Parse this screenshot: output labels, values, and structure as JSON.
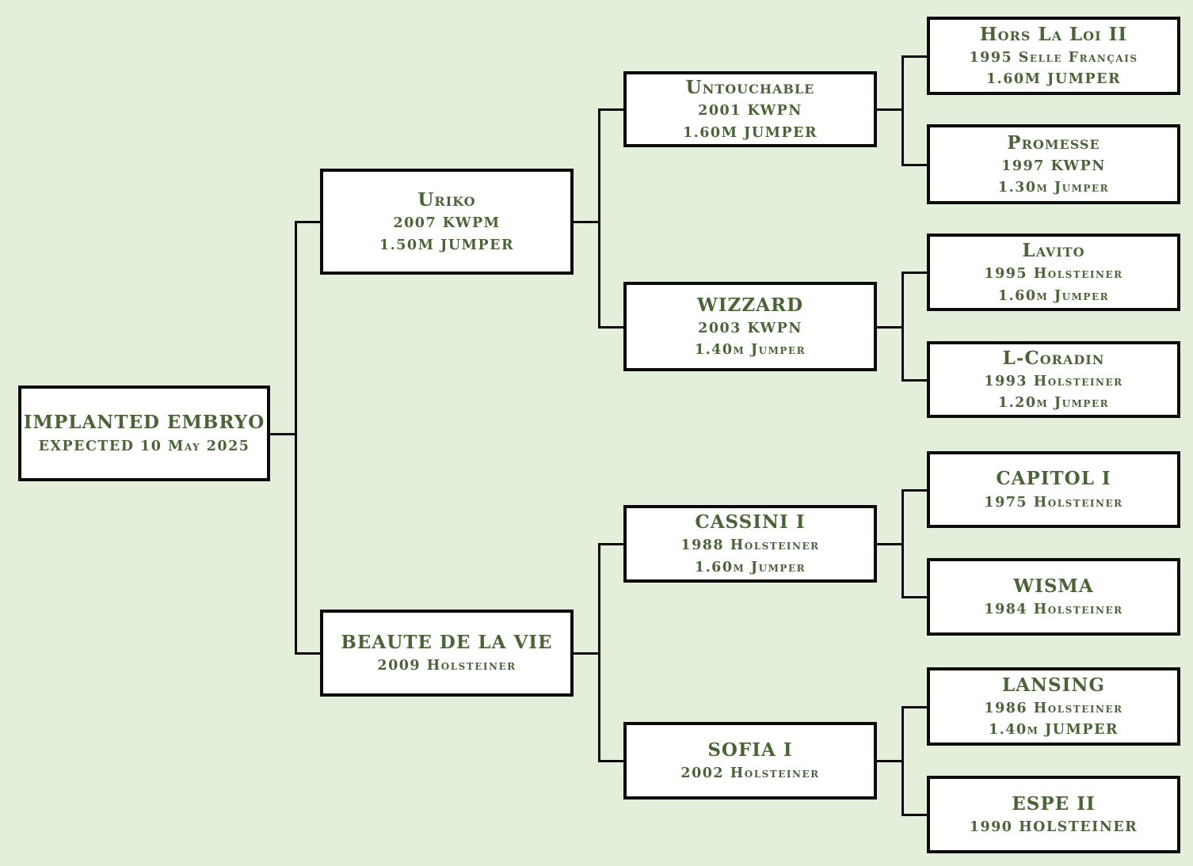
{
  "colors": {
    "background": "#e3efda",
    "box_background": "#ffffff",
    "box_border": "#0b0b0b",
    "connector": "#0b0b0b",
    "text": "#4a6438"
  },
  "nodes": [
    {
      "id": "implanted-embryo",
      "title": "IMPLANTED EMBRYO",
      "line1": "EXPECTED 10 May 2025",
      "line2": ""
    },
    {
      "id": "uriko",
      "title": "Uriko",
      "line1": "2007 KWPM",
      "line2": "1.50M JUMPER"
    },
    {
      "id": "beaute-de-la-vie",
      "title": "BEAUTE DE LA VIE",
      "line1": "2009 Holsteiner",
      "line2": ""
    },
    {
      "id": "untouchable",
      "title": "Untouchable",
      "line1": "2001 KWPN",
      "line2": "1.60M JUMPER"
    },
    {
      "id": "wizzard",
      "title": "WIZZARD",
      "line1": "2003 KWPN",
      "line2": "1.40m Jumper"
    },
    {
      "id": "cassini-i",
      "title": "CASSINI I",
      "line1": "1988 Holsteiner",
      "line2": "1.60m Jumper"
    },
    {
      "id": "sofia-i",
      "title": "SOFIA I",
      "line1": "2002 Holsteiner",
      "line2": ""
    },
    {
      "id": "hors-la-loi-ii",
      "title": "Hors La Loi II",
      "line1": "1995 Selle Français",
      "line2": "1.60M JUMPER"
    },
    {
      "id": "promesse",
      "title": "Promesse",
      "line1": "1997 KWPN",
      "line2": "1.30m Jumper"
    },
    {
      "id": "lavito",
      "title": "Lavito",
      "line1": "1995 Holsteiner",
      "line2": "1.60m Jumper"
    },
    {
      "id": "l-coradin",
      "title": "L-Coradin",
      "line1": "1993 Holsteiner",
      "line2": "1.20m Jumper"
    },
    {
      "id": "capitol-i",
      "title": "CAPITOL I",
      "line1": "1975 Holsteiner",
      "line2": ""
    },
    {
      "id": "wisma",
      "title": "WISMA",
      "line1": "1984 Holsteiner",
      "line2": ""
    },
    {
      "id": "lansing",
      "title": "LANSING",
      "line1": "1986 Holsteiner",
      "line2": "1.40m JUMPER"
    },
    {
      "id": "espe-ii",
      "title": "ESPE II",
      "line1": "1990 HOLSTEINER",
      "line2": ""
    }
  ],
  "edges": [
    {
      "parent": "implanted-embryo",
      "children": [
        "uriko",
        "beaute-de-la-vie"
      ]
    },
    {
      "parent": "uriko",
      "children": [
        "untouchable",
        "wizzard"
      ]
    },
    {
      "parent": "beaute-de-la-vie",
      "children": [
        "cassini-i",
        "sofia-i"
      ]
    },
    {
      "parent": "untouchable",
      "children": [
        "hors-la-loi-ii",
        "promesse"
      ]
    },
    {
      "parent": "wizzard",
      "children": [
        "lavito",
        "l-coradin"
      ]
    },
    {
      "parent": "cassini-i",
      "children": [
        "capitol-i",
        "wisma"
      ]
    },
    {
      "parent": "sofia-i",
      "children": [
        "lansing",
        "espe-ii"
      ]
    }
  ]
}
